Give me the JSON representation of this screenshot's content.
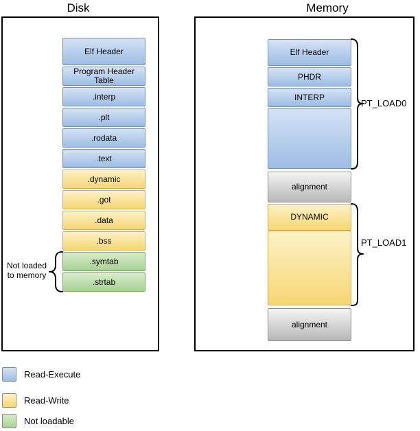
{
  "disk": {
    "title": "Disk",
    "sections": [
      {
        "label": "Elf Header",
        "type": "blue"
      },
      {
        "label": "Program Header Table",
        "type": "blue"
      },
      {
        "label": ".interp",
        "type": "blue"
      },
      {
        "label": ".plt",
        "type": "blue"
      },
      {
        "label": ".rodata",
        "type": "blue"
      },
      {
        "label": ".text",
        "type": "blue"
      },
      {
        "label": ".dynamic",
        "type": "yellow"
      },
      {
        "label": ".got",
        "type": "yellow"
      },
      {
        "label": ".data",
        "type": "yellow"
      },
      {
        "label": ".bss",
        "type": "yellow"
      },
      {
        "label": ".symtab",
        "type": "green"
      },
      {
        "label": ".strtab",
        "type": "green"
      }
    ],
    "annotation": {
      "line1": "Not loaded",
      "line2": "to memory"
    }
  },
  "memory": {
    "title": "Memory",
    "sections": [
      {
        "label": "Elf Header",
        "type": "blue"
      },
      {
        "label": "PHDR",
        "type": "blue"
      },
      {
        "label": "INTERP",
        "type": "blue"
      },
      {
        "label": "",
        "type": "blue"
      },
      {
        "label": "alignment",
        "type": "gray"
      },
      {
        "label": "DYNAMIC",
        "type": "yellow"
      },
      {
        "label": "",
        "type": "yellow"
      },
      {
        "label": "alignment",
        "type": "gray"
      }
    ],
    "braces": [
      {
        "label": "PT_LOAD0"
      },
      {
        "label": "PT_LOAD1"
      }
    ]
  },
  "legend": {
    "items": [
      {
        "label": "Read-Execute",
        "type": "blue"
      },
      {
        "label": "Read-Write",
        "type": "yellow"
      },
      {
        "label": "Not loadable",
        "type": "green"
      }
    ]
  },
  "colors": {
    "blue_top": "#d5e2f4",
    "blue_bottom": "#9cbde4",
    "blue_border": "#7191b2",
    "yellow_top": "#fdf2c6",
    "yellow_bottom": "#f6d674",
    "yellow_border": "#d1ab4f",
    "green_top": "#d7ecca",
    "green_bottom": "#a8d295",
    "green_border": "#78a85c",
    "gray_top": "#f4f4f4",
    "gray_bottom": "#b7b7b7",
    "gray_border": "#8f8f8f"
  }
}
